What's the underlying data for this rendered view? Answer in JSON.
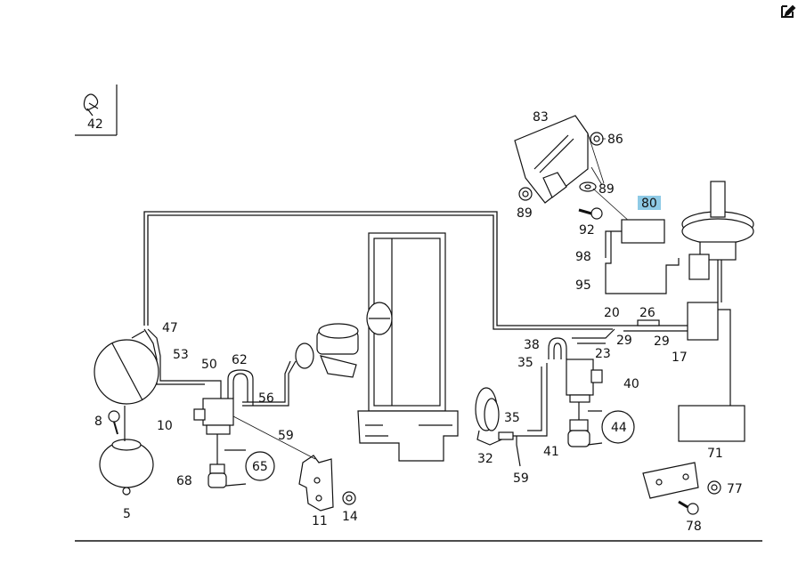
{
  "legend": {
    "label": "42"
  },
  "highlight_color": "#8ecae6",
  "edit_icon": "edit-icon",
  "callouts": {
    "c83": "83",
    "c86": "86",
    "c89a": "89",
    "c89b": "89",
    "c80": "80",
    "c92": "92",
    "c98": "98",
    "c95": "95",
    "c20": "20",
    "c26": "26",
    "c29a": "29",
    "c29b": "29",
    "c17": "17",
    "c47": "47",
    "c53": "53",
    "c50": "50",
    "c62": "62",
    "c56": "56",
    "c59a": "59",
    "c8": "8",
    "c10": "10",
    "c65": "65",
    "c68": "68",
    "c5": "5",
    "c11": "11",
    "c14": "14",
    "c38": "38",
    "c35a": "35",
    "c23": "23",
    "c40": "40",
    "c35b": "35",
    "c44": "44",
    "c41": "41",
    "c32": "32",
    "c59b": "59",
    "c71": "71",
    "c77": "77",
    "c78": "78"
  }
}
